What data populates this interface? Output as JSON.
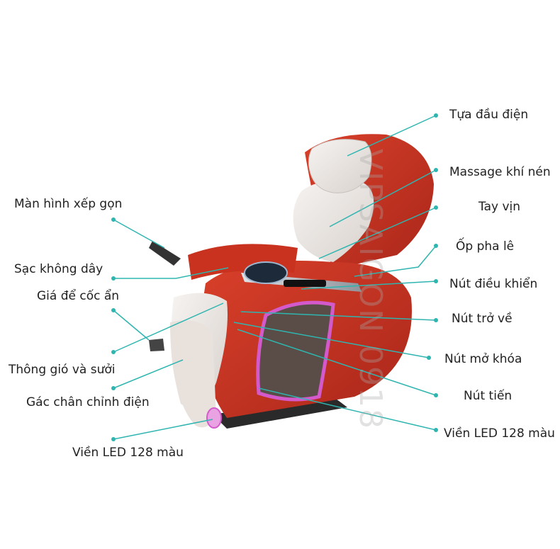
{
  "labels_right": [
    "Tựa đầu điện",
    "Massage khí nén",
    "Tay vịn",
    "Ốp pha lê",
    "Nút điều khiển",
    "Nút trở về",
    "Nút mở khóa",
    "Nút tiến",
    "Viền LED 128 màu"
  ],
  "labels_left": [
    "Màn hình xếp gọn",
    "Sạc không dây",
    "Giá để cốc ẩn",
    "Thông gió và sưởi",
    "Gác chân chỉnh điện",
    "Viền LED 128 màu"
  ],
  "watermark": "VIPSAIGON 0918",
  "colors": {
    "leader": "#2fb5b0",
    "seat_red": "#c8321f",
    "seat_red_dark": "#8e1d12",
    "cushion": "#ece7e3",
    "chrome": "#b9bcc1",
    "led": "#d45acb"
  }
}
